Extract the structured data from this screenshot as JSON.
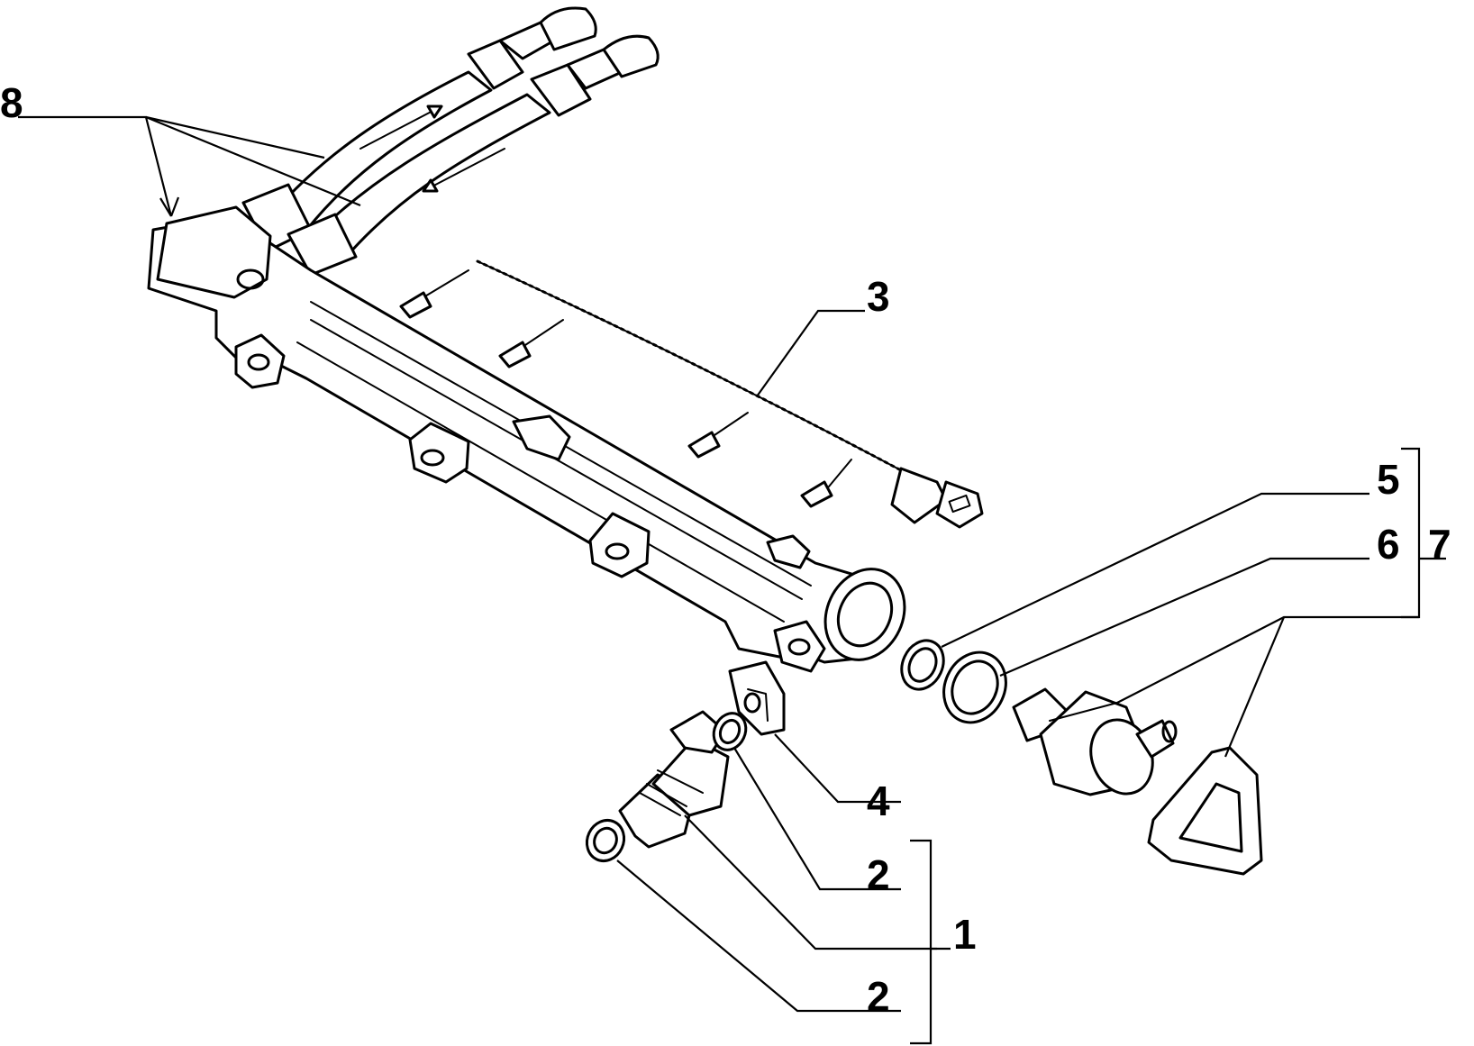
{
  "callouts": [
    {
      "id": "c8",
      "text": "8"
    },
    {
      "id": "c3",
      "text": "3"
    },
    {
      "id": "c5",
      "text": "5"
    },
    {
      "id": "c6",
      "text": "6"
    },
    {
      "id": "c7",
      "text": "7"
    },
    {
      "id": "c4",
      "text": "4"
    },
    {
      "id": "c2a",
      "text": "2"
    },
    {
      "id": "c1",
      "text": "1"
    },
    {
      "id": "c2b",
      "text": "2"
    }
  ]
}
